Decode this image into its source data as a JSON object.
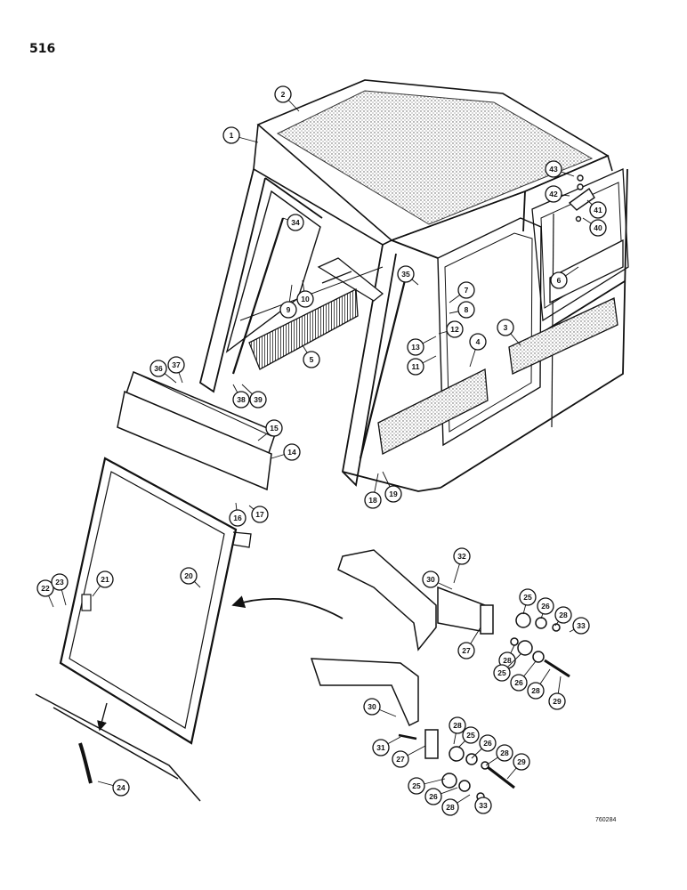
{
  "page_number": "516",
  "drawing_code": "760284",
  "callouts": [
    {
      "id": "c1",
      "label": "1"
    },
    {
      "id": "c2",
      "label": "2"
    },
    {
      "id": "c43",
      "label": "43"
    },
    {
      "id": "c42",
      "label": "42"
    },
    {
      "id": "c41",
      "label": "41"
    },
    {
      "id": "c40",
      "label": "40"
    },
    {
      "id": "c34",
      "label": "34"
    },
    {
      "id": "c6",
      "label": "6"
    },
    {
      "id": "c35",
      "label": "35"
    },
    {
      "id": "c7",
      "label": "7"
    },
    {
      "id": "c8",
      "label": "8"
    },
    {
      "id": "c9",
      "label": "9"
    },
    {
      "id": "c10",
      "label": "10"
    },
    {
      "id": "c13",
      "label": "13"
    },
    {
      "id": "c12",
      "label": "12"
    },
    {
      "id": "c3",
      "label": "3"
    },
    {
      "id": "c4",
      "label": "4"
    },
    {
      "id": "c5",
      "label": "5"
    },
    {
      "id": "c11",
      "label": "11"
    },
    {
      "id": "c36",
      "label": "36"
    },
    {
      "id": "c37",
      "label": "37"
    },
    {
      "id": "c38",
      "label": "38"
    },
    {
      "id": "c39",
      "label": "39"
    },
    {
      "id": "c15",
      "label": "15"
    },
    {
      "id": "c14",
      "label": "14"
    },
    {
      "id": "c18",
      "label": "18"
    },
    {
      "id": "c19",
      "label": "19"
    },
    {
      "id": "c16",
      "label": "16"
    },
    {
      "id": "c17",
      "label": "17"
    },
    {
      "id": "c32",
      "label": "32"
    },
    {
      "id": "c30a",
      "label": "30"
    },
    {
      "id": "c21",
      "label": "21"
    },
    {
      "id": "c20",
      "label": "20"
    },
    {
      "id": "c22",
      "label": "22"
    },
    {
      "id": "c23",
      "label": "23"
    },
    {
      "id": "c25a",
      "label": "25"
    },
    {
      "id": "c26a",
      "label": "26"
    },
    {
      "id": "c28a",
      "label": "28"
    },
    {
      "id": "c33a",
      "label": "33"
    },
    {
      "id": "c27a",
      "label": "27"
    },
    {
      "id": "c28b",
      "label": "28"
    },
    {
      "id": "c25b",
      "label": "25"
    },
    {
      "id": "c26b",
      "label": "26"
    },
    {
      "id": "c28c",
      "label": "28"
    },
    {
      "id": "c29a",
      "label": "29"
    },
    {
      "id": "c30b",
      "label": "30"
    },
    {
      "id": "c28d",
      "label": "28"
    },
    {
      "id": "c25c",
      "label": "25"
    },
    {
      "id": "c26c",
      "label": "26"
    },
    {
      "id": "c28e",
      "label": "28"
    },
    {
      "id": "c31",
      "label": "31"
    },
    {
      "id": "c27b",
      "label": "27"
    },
    {
      "id": "c29b",
      "label": "29"
    },
    {
      "id": "c25d",
      "label": "25"
    },
    {
      "id": "c26d",
      "label": "26"
    },
    {
      "id": "c28f",
      "label": "28"
    },
    {
      "id": "c33b",
      "label": "33"
    },
    {
      "id": "c24",
      "label": "24"
    }
  ]
}
